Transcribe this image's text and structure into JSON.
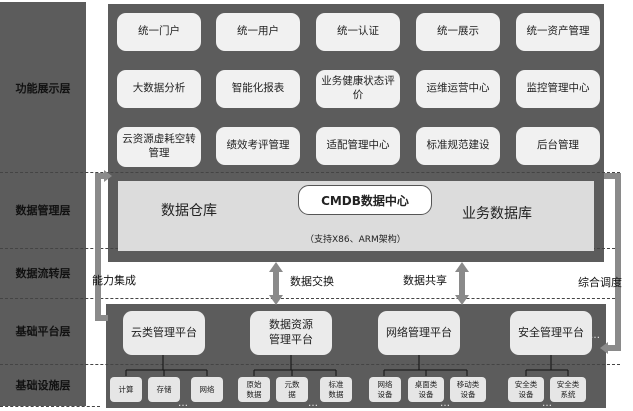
{
  "layers": [
    "功能展示层",
    "数据管理层",
    "数据流转层",
    "基础平台层",
    "基础设施层"
  ],
  "functions": [
    "统一门户",
    "统一用户",
    "统一认证",
    "统一展示",
    "统一资产管理",
    "大数据分析",
    "智能化报表",
    "业务健康状态评价",
    "运维运营中心",
    "监控管理中心",
    "云资源虚耗空转管理",
    "绩效考评管理",
    "适配管理中心",
    "标准规范建设",
    "后台管理"
  ],
  "data_mgmt": {
    "left": "数据仓库",
    "center": "CMDB数据中心",
    "right": "业务数据库",
    "note": "（支持X86、ARM架构）"
  },
  "flow": {
    "left": "能力集成",
    "exchange": "数据交换",
    "share": "数据共享",
    "right": "综合调度"
  },
  "platforms": [
    "云类管理平台",
    "数据资源管理平台",
    "网络管理平台",
    "安全管理平台"
  ],
  "infra": [
    "计算",
    "存储",
    "网络",
    "原始数据",
    "元数据",
    "标准数据",
    "网络设备",
    "桌面类设备",
    "移动类设备",
    "安全类设备",
    "安全类系统"
  ],
  "ellipsis": "…"
}
